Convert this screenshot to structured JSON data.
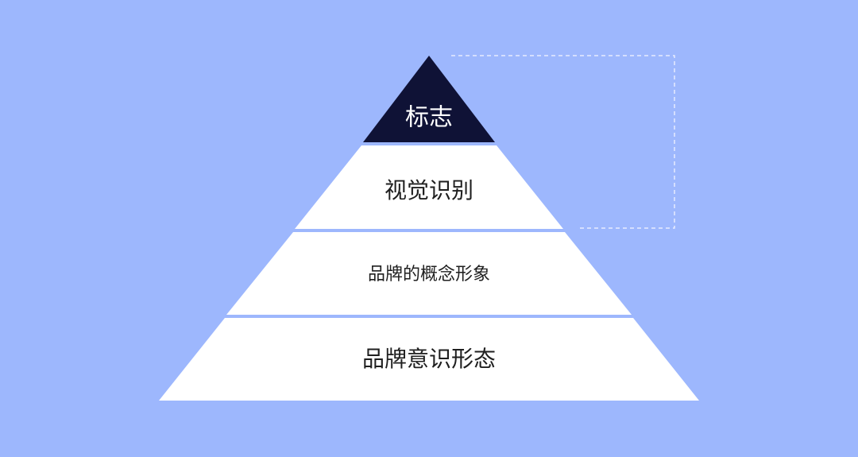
{
  "colors": {
    "background": "#9db7fd",
    "top_tier_fill": "#0f1236",
    "tier_fill": "#ffffff",
    "top_text": "#ffffff",
    "tier_text": "#1f1f1f",
    "bracket": "#e6ecff"
  },
  "pyramid": {
    "tiers": [
      {
        "label": "标志"
      },
      {
        "label": "视觉识别"
      },
      {
        "label": "品牌的概念形象"
      },
      {
        "label": "品牌意识形态"
      }
    ]
  }
}
